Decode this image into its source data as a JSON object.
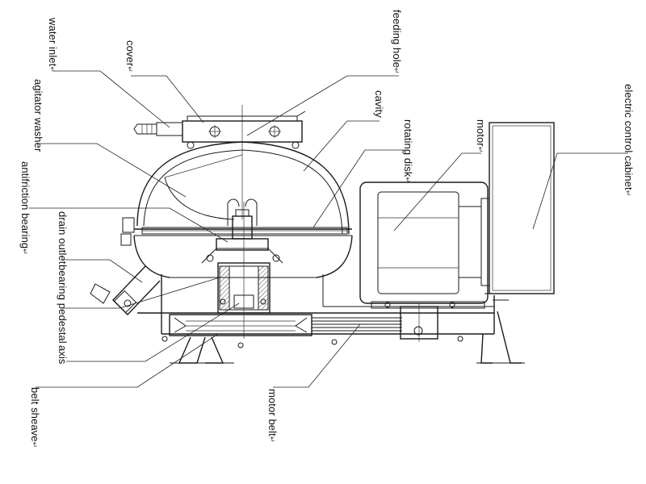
{
  "diagram": {
    "labels": {
      "water_inlet": "water inlet",
      "cover": "cover",
      "feeding_hole": "feeding hole",
      "cavity": "cavity",
      "rotating_disk": "rotating disk",
      "motor": "motor",
      "electric_control_cabinet": "electric control cabinet",
      "agitator_washer": "agitator washer",
      "antifriction_bearing": "antifriction bearing",
      "drain_outlet": "drain outlet",
      "bearing_pedestal": "bearing pedestal",
      "axis": "axis",
      "belt_sheave": "belt sheave",
      "motor_belt": "motor belt"
    },
    "return_mark": "↵"
  }
}
